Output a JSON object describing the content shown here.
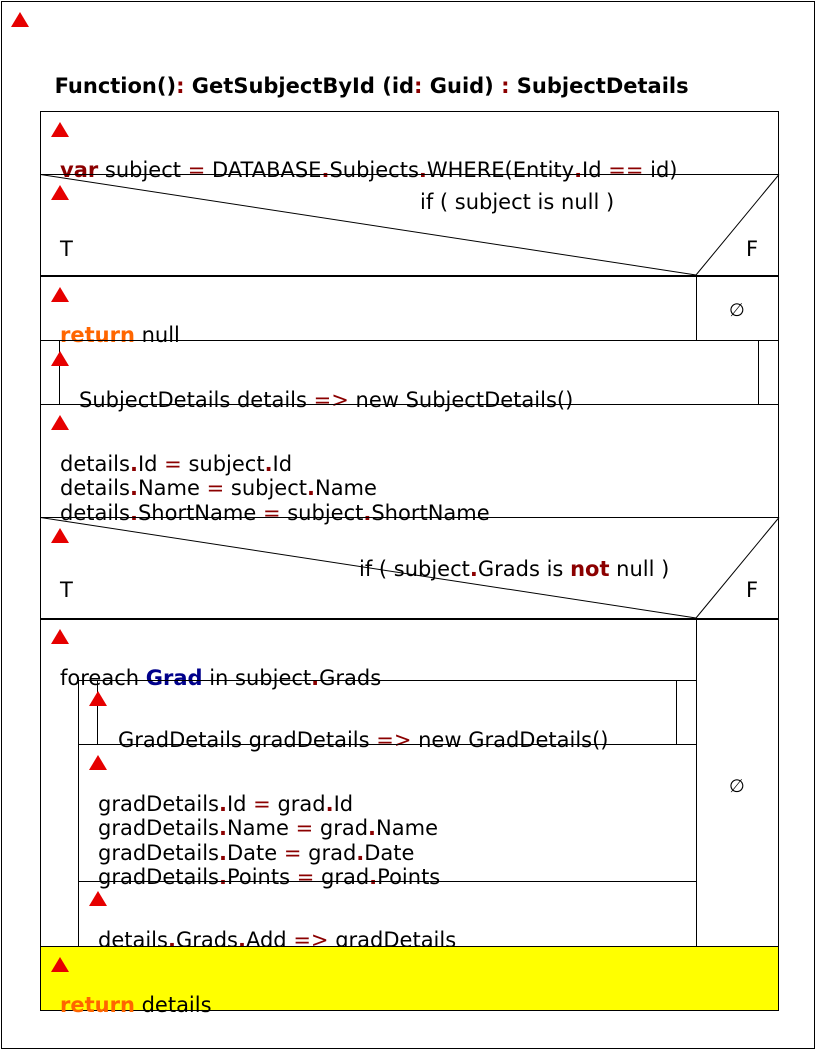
{
  "title": {
    "prefix": "Function()",
    "colon1": ":",
    "name": " GetSubjectById (id",
    "colon2": ":",
    "type": " Guid) ",
    "colon3": ":",
    "ret": " SubjectDetails"
  },
  "stmt_var": {
    "kw": "var",
    "a": " subject ",
    "eq": "=",
    "b": " DATABASE",
    "c": "Subjects",
    "d": "WHERE(Entity",
    "e": "Id ",
    "op": "==",
    "f": " id)"
  },
  "if1": {
    "cond": "if ( subject is null )",
    "t": "T",
    "f": "F"
  },
  "return_null": {
    "kw": "return",
    "rest": " null",
    "empty": "∅"
  },
  "new_details": {
    "a": "SubjectDetails details ",
    "op": "=>",
    "b": " new SubjectDetails()"
  },
  "assign1": {
    "l1a": "details",
    "l1b": "Id ",
    "l1eq": "=",
    "l1c": " subject",
    "l1d": "Id",
    "l2a": "details",
    "l2b": "Name ",
    "l2eq": "=",
    "l2c": " subject",
    "l2d": "Name",
    "l3a": "details",
    "l3b": "ShortName ",
    "l3eq": "=",
    "l3c": " subject",
    "l3d": "ShortName"
  },
  "if2": {
    "a": "if ( subject",
    "b": "Grads is ",
    "not": "not",
    "c": " null )",
    "t": "T",
    "f": "F",
    "empty": "∅"
  },
  "foreach": {
    "a": "foreach ",
    "type": "Grad",
    "b": " in subject",
    "c": "Grads"
  },
  "new_grad": {
    "a": "GradDetails gradDetails ",
    "op": "=>",
    "b": " new GradDetails()"
  },
  "assign2": {
    "l1a": "gradDetails",
    "l1b": "Id ",
    "l1eq": "=",
    "l1c": " grad",
    "l1d": "Id",
    "l2a": "gradDetails",
    "l2b": "Name ",
    "l2eq": "=",
    "l2c": " grad",
    "l2d": "Name",
    "l3a": "gradDetails",
    "l3b": "Date ",
    "l3eq": "=",
    "l3c": " grad",
    "l3d": "Date",
    "l4a": "gradDetails",
    "l4b": "Points ",
    "l4eq": "=",
    "l4c": " grad",
    "l4d": "Points"
  },
  "add_stmt": {
    "a": "details",
    "b": "Grads",
    "c": "Add ",
    "op": "=>",
    "d": " gradDetails"
  },
  "return_details": {
    "kw": "return",
    "rest": " details"
  },
  "colors": {
    "highlight": "#ffff00",
    "keyword": "#8b0000",
    "return_kw": "#ff6600",
    "type": "#00008b",
    "marker": "#e60000"
  }
}
